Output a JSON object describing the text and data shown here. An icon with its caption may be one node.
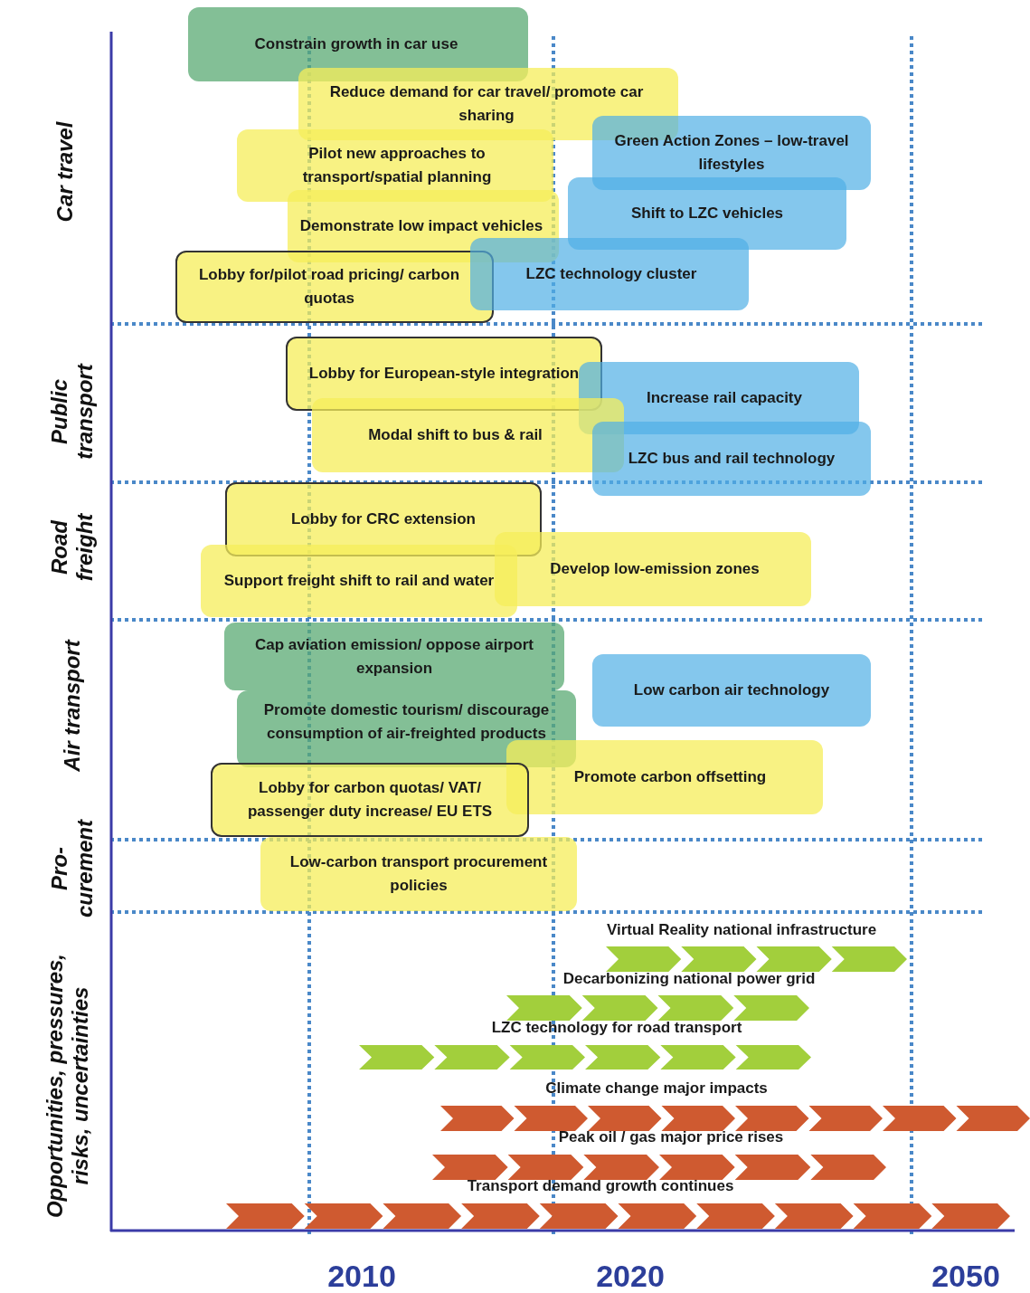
{
  "diagram": {
    "nodes": [
      {
        "text": [
          "Constrain growth in car use"
        ]
      },
      {
        "text": [
          "Reduce demand for car travel/ promote car sharing"
        ]
      },
      {
        "text": [
          "Pilot new approaches to transport/spatial planning"
        ]
      },
      {
        "text": [
          "Green Action Zones – low-travel lifestyles"
        ]
      },
      {
        "text": [
          "Demonstrate low impact vehicles"
        ]
      },
      {
        "text": [
          "Shift to LZC vehicles"
        ]
      },
      {
        "text": [
          "Lobby for/pilot road pricing/ carbon quotas"
        ]
      },
      {
        "text": [
          "LZC technology cluster"
        ]
      },
      {
        "text": [
          "Lobby for European-style integration"
        ]
      },
      {
        "text": [
          "Increase rail capacity"
        ]
      },
      {
        "text": [
          "Modal shift to bus & rail"
        ]
      },
      {
        "text": [
          "LZC bus and rail technology"
        ]
      },
      {
        "text": [
          "Lobby for CRC extension"
        ]
      },
      {
        "text": [
          "Support freight shift to rail and water"
        ]
      },
      {
        "text": [
          "Develop low-emission zones"
        ]
      },
      {
        "text": [
          "Cap aviation emission/ oppose airport expansion"
        ]
      },
      {
        "text": [
          "Low carbon air technology"
        ]
      },
      {
        "text": [
          "Promote  domestic tourism/ discourage consumption of air-freighted products"
        ]
      },
      {
        "text": [
          "Promote carbon offsetting"
        ]
      },
      {
        "text": [
          "Lobby for carbon quotas/ VAT/ passenger duty increase/ EU ETS"
        ]
      },
      {
        "text": [
          "Low-carbon transport procurement policies"
        ]
      }
    ],
    "labels": [
      "Car travel",
      "Public transport",
      "Road freight",
      "Air transport",
      "Pro-curement",
      "Opportunities, pressures, risks, uncertainties",
      "Virtual Reality national infrastructure",
      "Decarbonizing national power grid",
      "LZC technology for road transport",
      "Climate change major impacts",
      "Peak oil / gas major price rises",
      "Transport demand growth continues",
      "2010",
      "2020",
      "2050"
    ]
  }
}
